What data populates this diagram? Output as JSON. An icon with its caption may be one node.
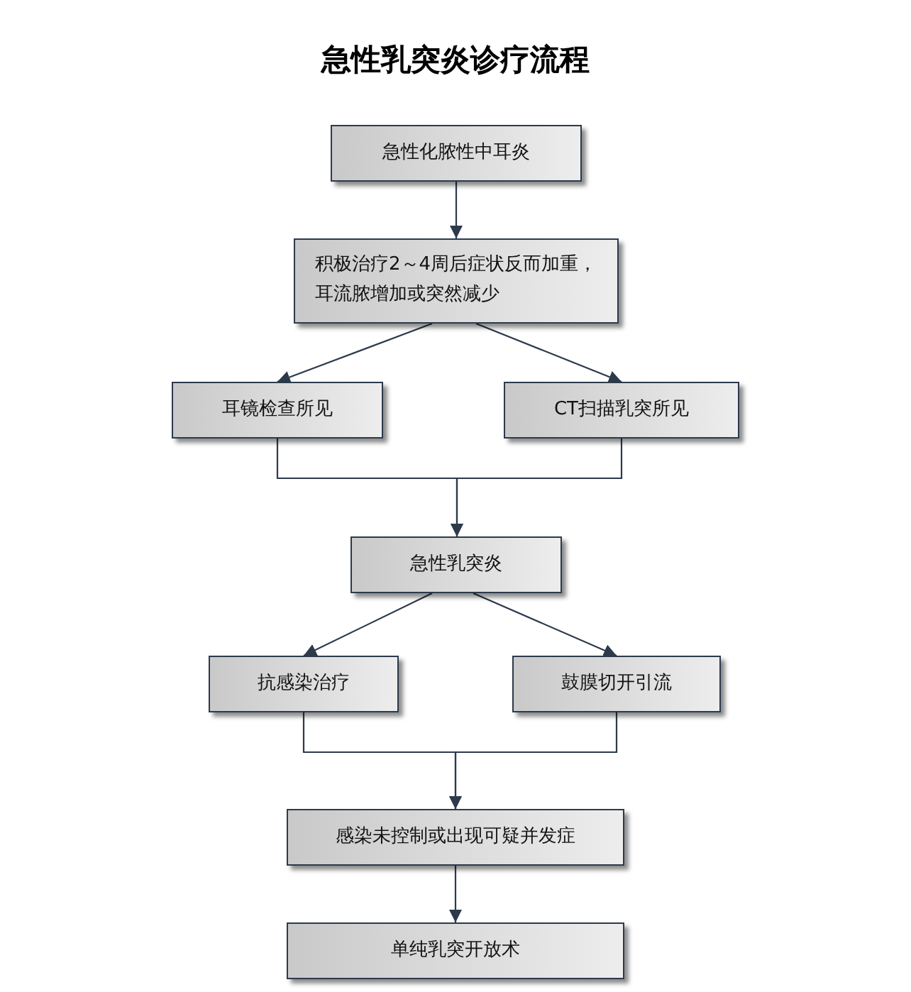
{
  "diagram": {
    "title": "急性乳突炎诊疗流程",
    "nodes": [
      {
        "text": [
          "急性化脓性中耳炎"
        ]
      },
      {
        "text": [
          "积极治疗2～4周后症状反而加重，耳流脓增加或突然减少"
        ]
      },
      {
        "text": [
          "耳镜检查所见"
        ]
      },
      {
        "text": [
          "CT扫描乳突所见"
        ]
      },
      {
        "text": [
          "急性乳突炎"
        ]
      },
      {
        "text": [
          "抗感染治疗"
        ]
      },
      {
        "text": [
          "鼓膜切开引流"
        ]
      },
      {
        "text": [
          "感染未控制或出现可疑并发症"
        ]
      },
      {
        "text": [
          "单纯乳突开放术"
        ]
      }
    ],
    "edges": [
      {
        "from": 0,
        "to": 1,
        "arrow": "to"
      },
      {
        "from": 1,
        "to": 2,
        "arrow": "to"
      },
      {
        "from": 1,
        "to": 3,
        "arrow": "to"
      },
      {
        "from": 2,
        "to": 4,
        "arrow": "to"
      },
      {
        "from": 3,
        "to": 4,
        "arrow": "to"
      },
      {
        "from": 4,
        "to": 5,
        "arrow": "to"
      },
      {
        "from": 4,
        "to": 6,
        "arrow": "to"
      },
      {
        "from": 5,
        "to": 7,
        "arrow": "to"
      },
      {
        "from": 6,
        "to": 7,
        "arrow": "to"
      },
      {
        "from": 7,
        "to": 8,
        "arrow": "to"
      }
    ]
  }
}
